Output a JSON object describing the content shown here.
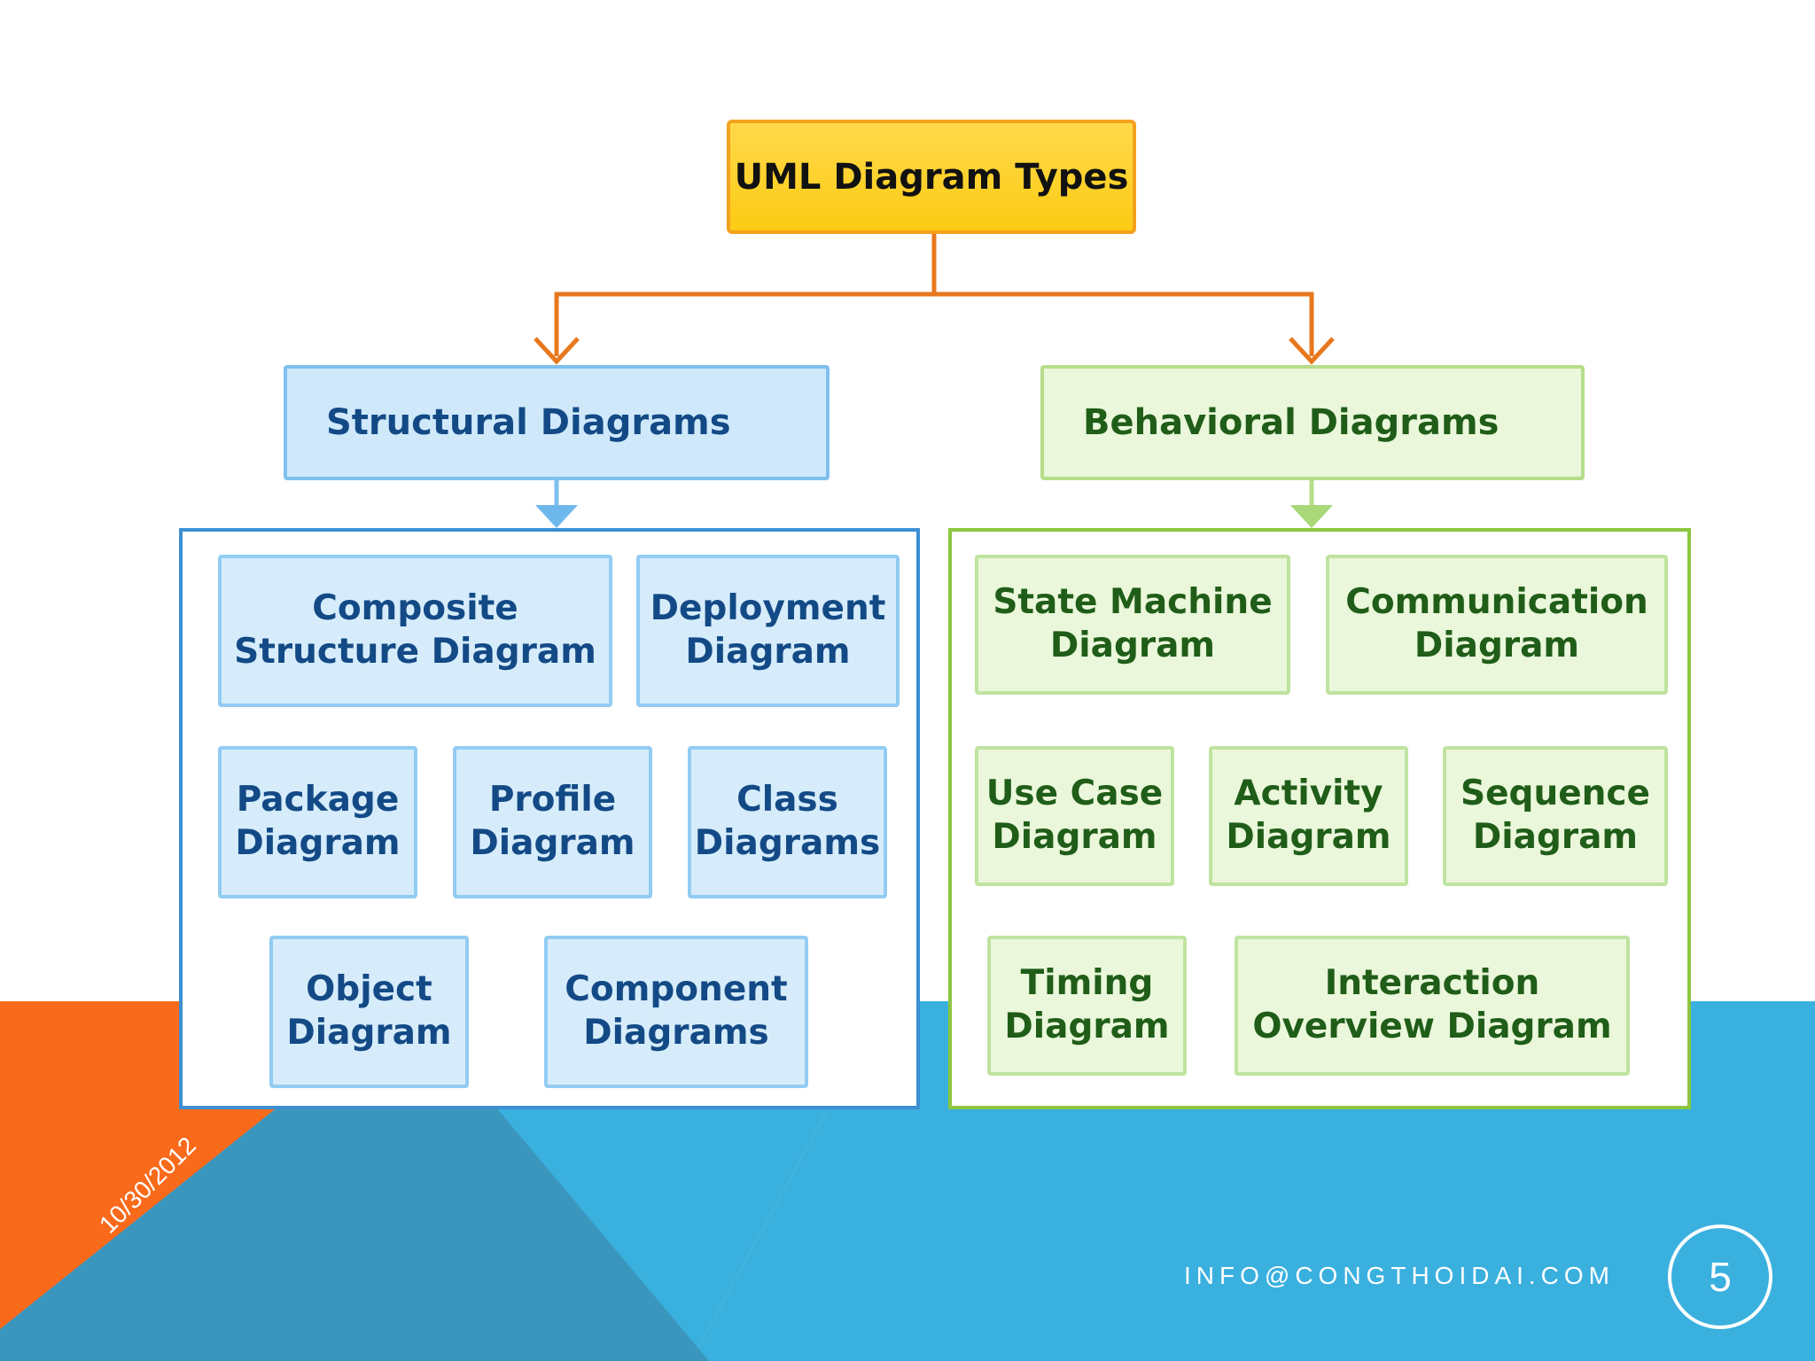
{
  "diagram": {
    "root": "UML Diagram Types",
    "structural": {
      "title": "Structural Diagrams",
      "items": [
        "Composite\nStructure Diagram",
        "Deployment\nDiagram",
        "Package\nDiagram",
        "Profile\nDiagram",
        "Class\nDiagrams",
        "Object\nDiagram",
        "Component\nDiagrams"
      ]
    },
    "behavioral": {
      "title": "Behavioral Diagrams",
      "items": [
        "State Machine\nDiagram",
        "Communication\nDiagram",
        "Use Case\nDiagram",
        "Activity\nDiagram",
        "Sequence\nDiagram",
        "Timing\nDiagram",
        "Interaction\nOverview Diagram"
      ]
    }
  },
  "footer": {
    "date": "10/30/2012",
    "email": "INFO@CONGTHOIDAI.COM",
    "page_number": "5"
  },
  "colors": {
    "orange_accent": "#f96a1b",
    "blue_background": "#3ab0df",
    "teal_shade": "#3a96bd",
    "connector_orange": "#e8781e",
    "structural_blue": "#3d8fd2",
    "behavioral_green": "#8cc63f"
  }
}
